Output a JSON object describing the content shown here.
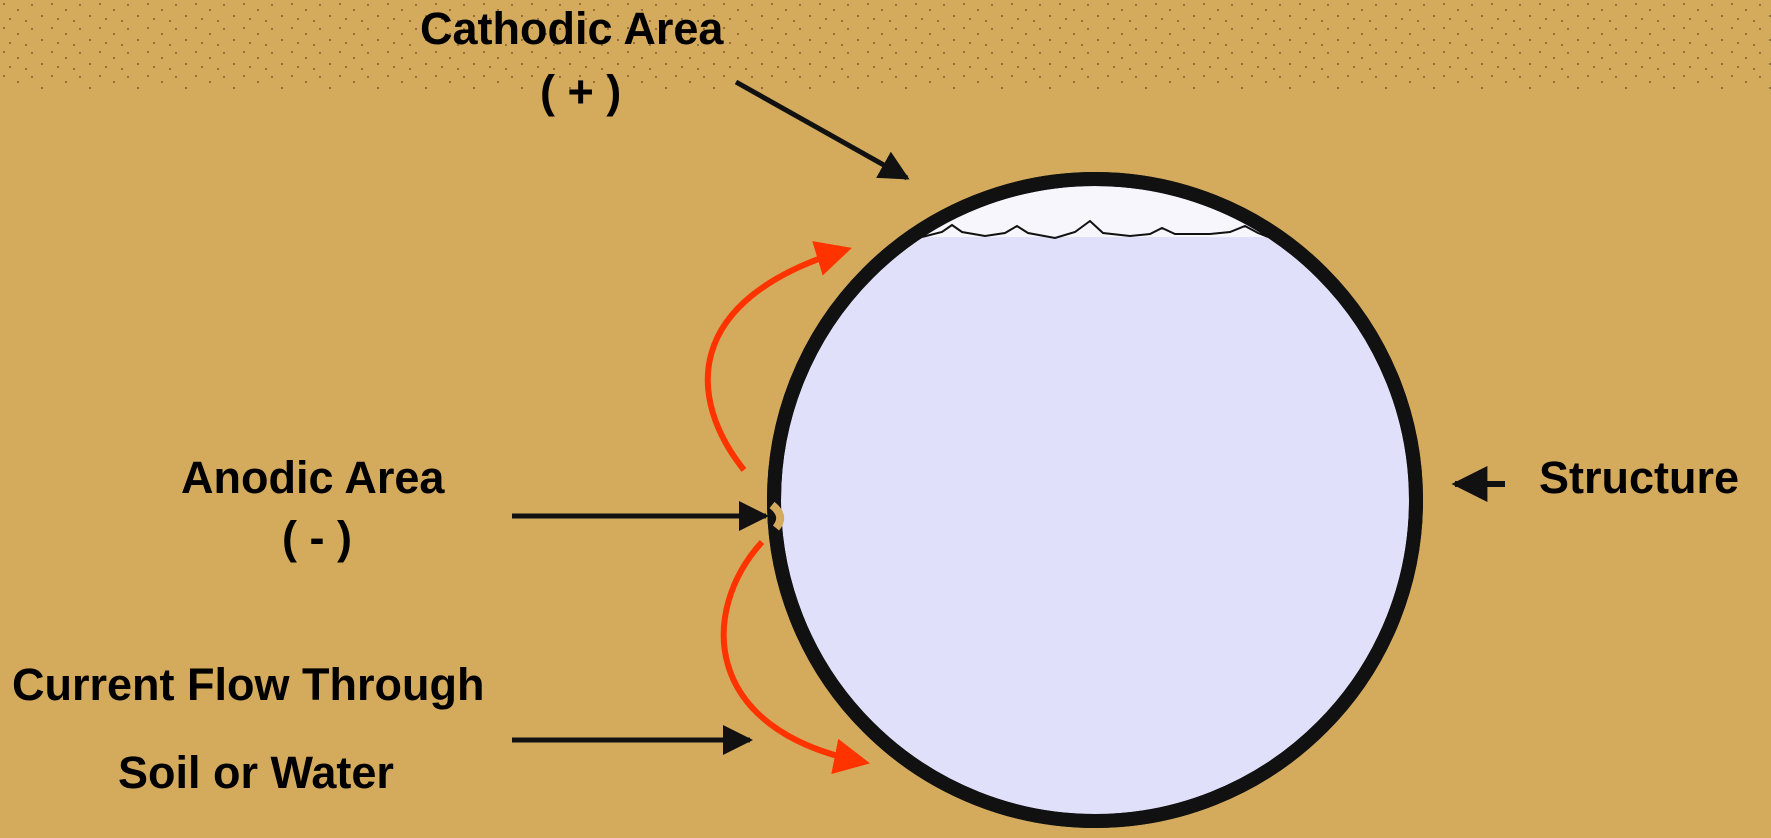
{
  "labels": {
    "cathodic_area": "Cathodic Area",
    "cathodic_sign": "( + )",
    "anodic_area": "Anodic Area",
    "anodic_sign": "( - )",
    "structure": "Structure",
    "current_flow_line1": "Current Flow Through",
    "current_flow_line2": "Soil or Water"
  },
  "colors": {
    "background": "#D4AA5D",
    "pipe_fill": "#E0E0FA",
    "pipe_gap": "#F6F6FC",
    "outline": "#111111",
    "current_flow": "#FF3300"
  }
}
